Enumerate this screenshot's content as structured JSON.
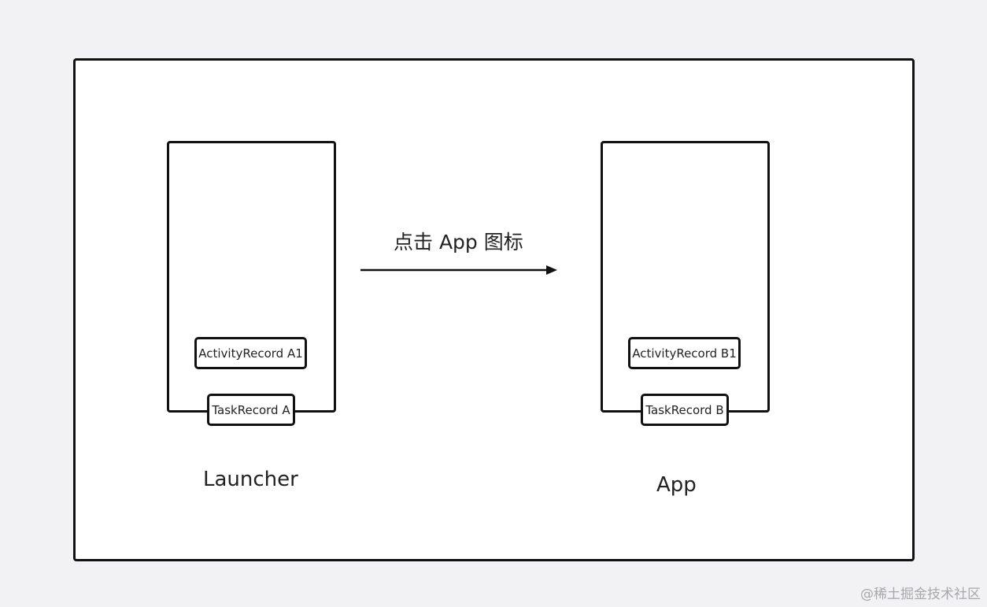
{
  "diagram": {
    "left_stack": {
      "activity_label": "ActivityRecord A1",
      "task_label": "TaskRecord A",
      "caption": "Launcher"
    },
    "right_stack": {
      "activity_label": "ActivityRecord B1",
      "task_label": "TaskRecord B",
      "caption": "App"
    },
    "arrow_label": "点击 App 图标"
  },
  "watermark": "@稀土掘金技术社区"
}
